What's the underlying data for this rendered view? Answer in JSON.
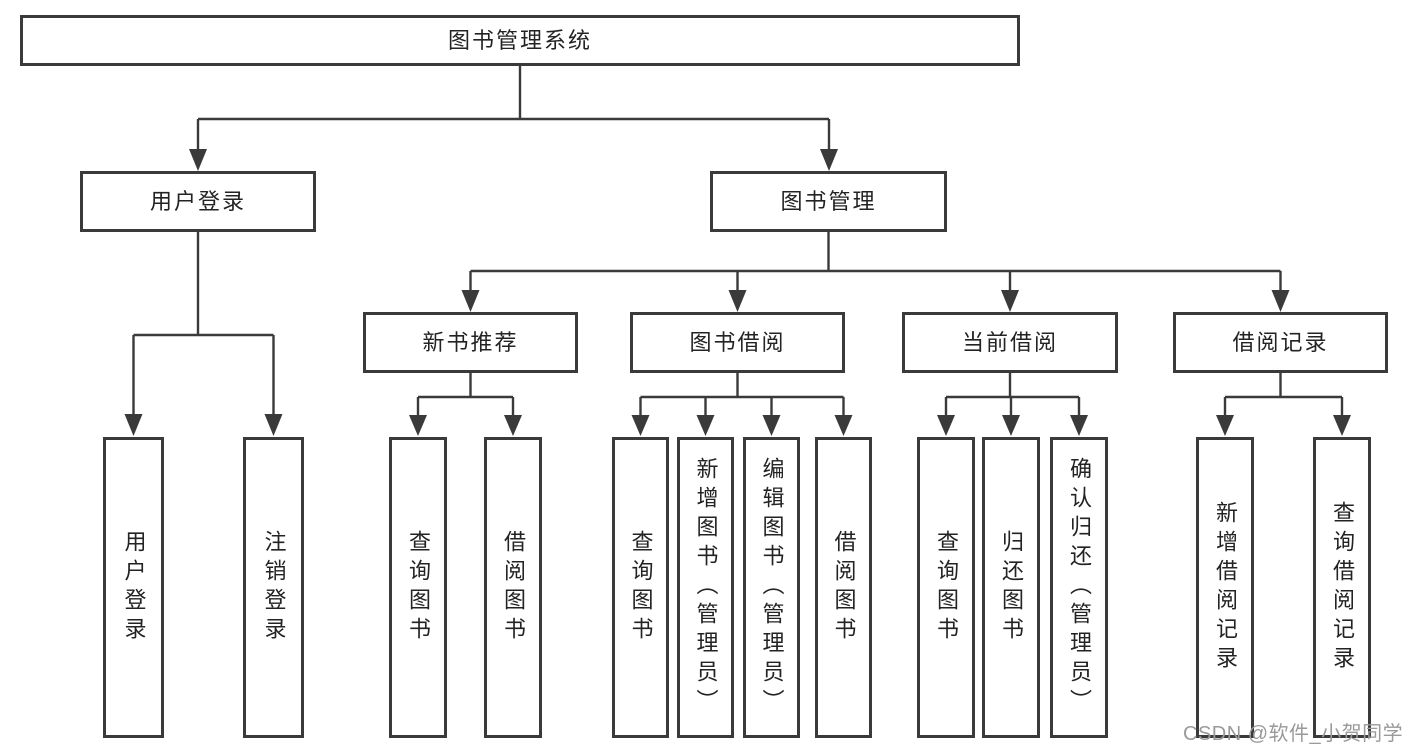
{
  "colors": {
    "line": "#3a3a3a",
    "box_border": "#3a3a3a",
    "text": "#232323",
    "background": "#ffffff",
    "watermark": "#9a9a9a"
  },
  "watermark": {
    "text": "CSDN @软件_小贺同学"
  },
  "tree": {
    "root": {
      "label": "图书管理系统"
    },
    "branches": [
      {
        "label": "用户登录",
        "children": [
          {
            "label": "用户登录"
          },
          {
            "label": "注销登录"
          }
        ]
      },
      {
        "label": "图书管理",
        "groups": [
          {
            "label": "新书推荐",
            "children": [
              {
                "label": "查询图书"
              },
              {
                "label": "借阅图书"
              }
            ]
          },
          {
            "label": "图书借阅",
            "children": [
              {
                "label": "查询图书"
              },
              {
                "label": "新增图书（管理员）"
              },
              {
                "label": "编辑图书（管理员）"
              },
              {
                "label": "借阅图书"
              }
            ]
          },
          {
            "label": "当前借阅",
            "children": [
              {
                "label": "查询图书"
              },
              {
                "label": "归还图书"
              },
              {
                "label": "确认归还（管理员）"
              }
            ]
          },
          {
            "label": "借阅记录",
            "children": [
              {
                "label": "新增借阅记录"
              },
              {
                "label": "查询借阅记录"
              }
            ]
          }
        ]
      }
    ]
  }
}
